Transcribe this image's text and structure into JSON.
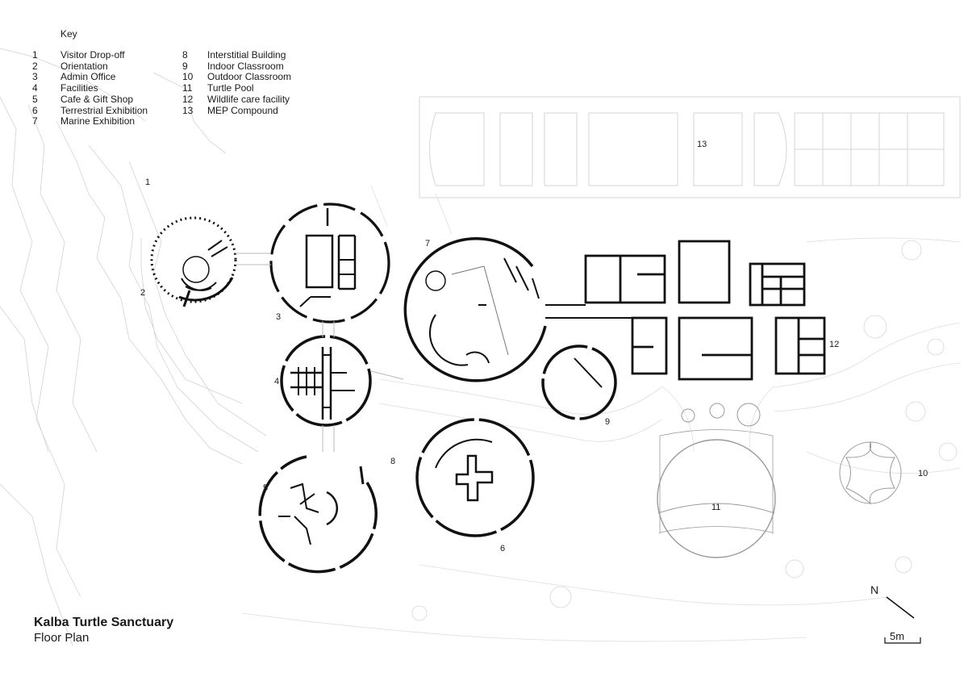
{
  "key": {
    "title": "Key",
    "items": [
      {
        "num": "1",
        "label": "Visitor Drop-off"
      },
      {
        "num": "2",
        "label": "Orientation"
      },
      {
        "num": "3",
        "label": "Admin Office"
      },
      {
        "num": "4",
        "label": "Facilities"
      },
      {
        "num": "5",
        "label": "Cafe & Gift Shop"
      },
      {
        "num": "6",
        "label": "Terrestrial Exhibition"
      },
      {
        "num": "7",
        "label": "Marine Exhibition"
      },
      {
        "num": "8",
        "label": "Interstitial Building"
      },
      {
        "num": "9",
        "label": "Indoor Classroom"
      },
      {
        "num": "10",
        "label": "Outdoor Classroom"
      },
      {
        "num": "11",
        "label": "Turtle Pool"
      },
      {
        "num": "12",
        "label": "Wildlife care facility"
      },
      {
        "num": "13",
        "label": "MEP Compound"
      }
    ]
  },
  "title": {
    "main": "Kalba Turtle Sanctuary",
    "sub": "Floor Plan"
  },
  "north": {
    "label": "N"
  },
  "scale": {
    "label": "5m"
  },
  "plan_labels": [
    "1",
    "2",
    "3",
    "4",
    "5",
    "6",
    "7",
    "8",
    "9",
    "10",
    "11",
    "12",
    "13"
  ],
  "colors": {
    "wall": "#111111",
    "context": "#d6d6d6",
    "pool": "#9a9a9a",
    "text": "#1a1a1a"
  }
}
